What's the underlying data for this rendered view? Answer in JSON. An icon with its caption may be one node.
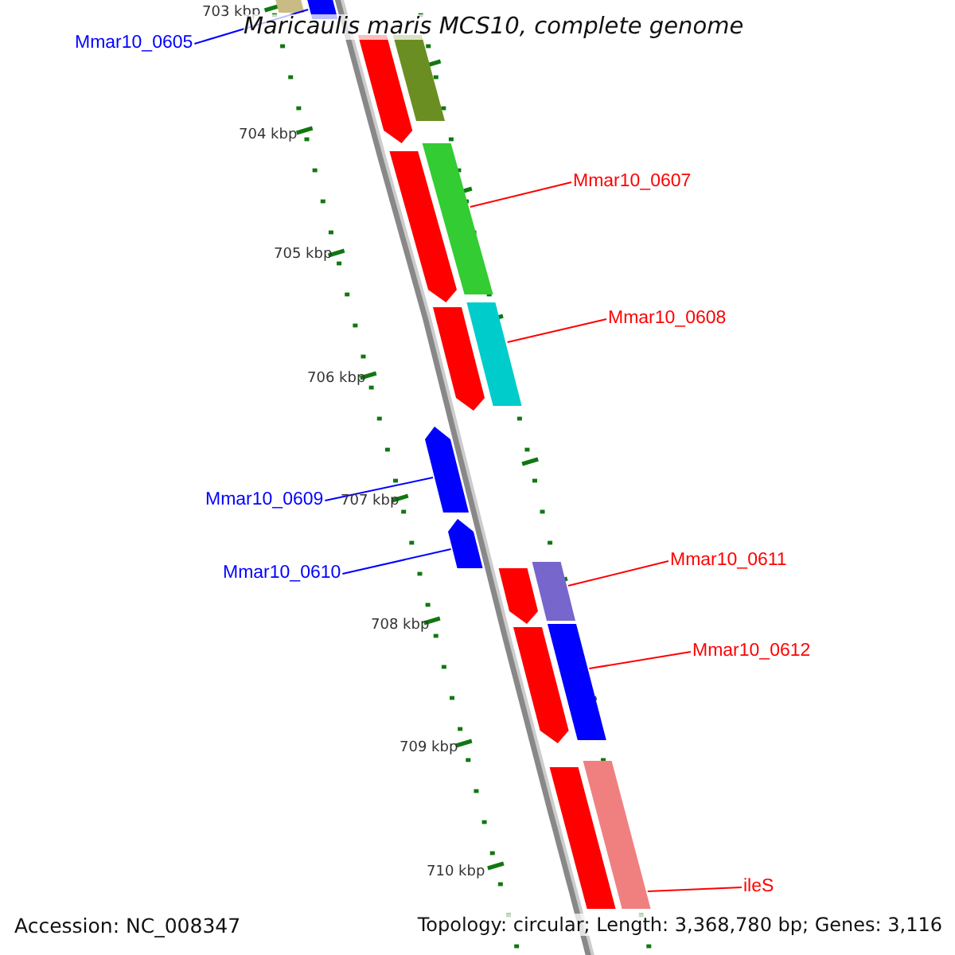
{
  "diagram": {
    "title": "Maricaulis maris MCS10, complete genome",
    "nodes": [
      {
        "text": [
          "Mmar10_0605"
        ]
      },
      {
        "text": [
          "Mmar10_0607"
        ]
      },
      {
        "text": [
          "Mmar10_0608"
        ]
      },
      {
        "text": [
          "Mmar10_0609"
        ]
      },
      {
        "text": [
          "Mmar10_0610"
        ]
      },
      {
        "text": [
          "Mmar10_0611"
        ]
      },
      {
        "text": [
          "Mmar10_0612"
        ]
      },
      {
        "text": [
          "ileS"
        ]
      },
      {
        "text": [],
        "shape": "bar"
      },
      {
        "text": [],
        "shape": "bar"
      },
      {
        "text": [],
        "shape": "bar"
      },
      {
        "text": [],
        "shape": "bar"
      },
      {
        "text": [],
        "shape": "bar"
      },
      {
        "text": [],
        "shape": "bar"
      },
      {
        "text": [],
        "shape": "bar"
      },
      {
        "text": [],
        "shape": "bar"
      },
      {
        "text": [],
        "shape": "bar"
      },
      {
        "text": [],
        "shape": "bar"
      },
      {
        "text": [],
        "shape": "bar"
      },
      {
        "text": [],
        "shape": "bar"
      },
      {
        "text": [],
        "shape": "bar"
      },
      {
        "text": [],
        "shape": "bar"
      },
      {
        "text": [],
        "shape": "bar"
      },
      {
        "text": [],
        "shape": "bar"
      }
    ],
    "edges": [
      {
        "from": 0,
        "to": 9,
        "arrow": "none",
        "color": "#0000ff"
      },
      {
        "from": 1,
        "to": 12,
        "arrow": "none"
      },
      {
        "from": 2,
        "to": 14,
        "arrow": "none"
      },
      {
        "from": 3,
        "to": 16,
        "arrow": "none",
        "color": "#0000ff"
      },
      {
        "from": 4,
        "to": 17,
        "arrow": "none",
        "color": "#0000ff"
      },
      {
        "from": 5,
        "to": 18,
        "arrow": "none"
      },
      {
        "from": 6,
        "to": 20,
        "arrow": "none"
      },
      {
        "from": 7,
        "to": 22,
        "arrow": "none"
      }
    ],
    "labels": [
      "703 kbp",
      "704 kbp",
      "705 kbp",
      "706 kbp",
      "707 kbp",
      "708 kbp",
      "709 kbp",
      "710 kbp",
      "Accession: NC_008347",
      "Topology: circular; Length: 3,368,780 bp; Genes: 3,116"
    ]
  }
}
